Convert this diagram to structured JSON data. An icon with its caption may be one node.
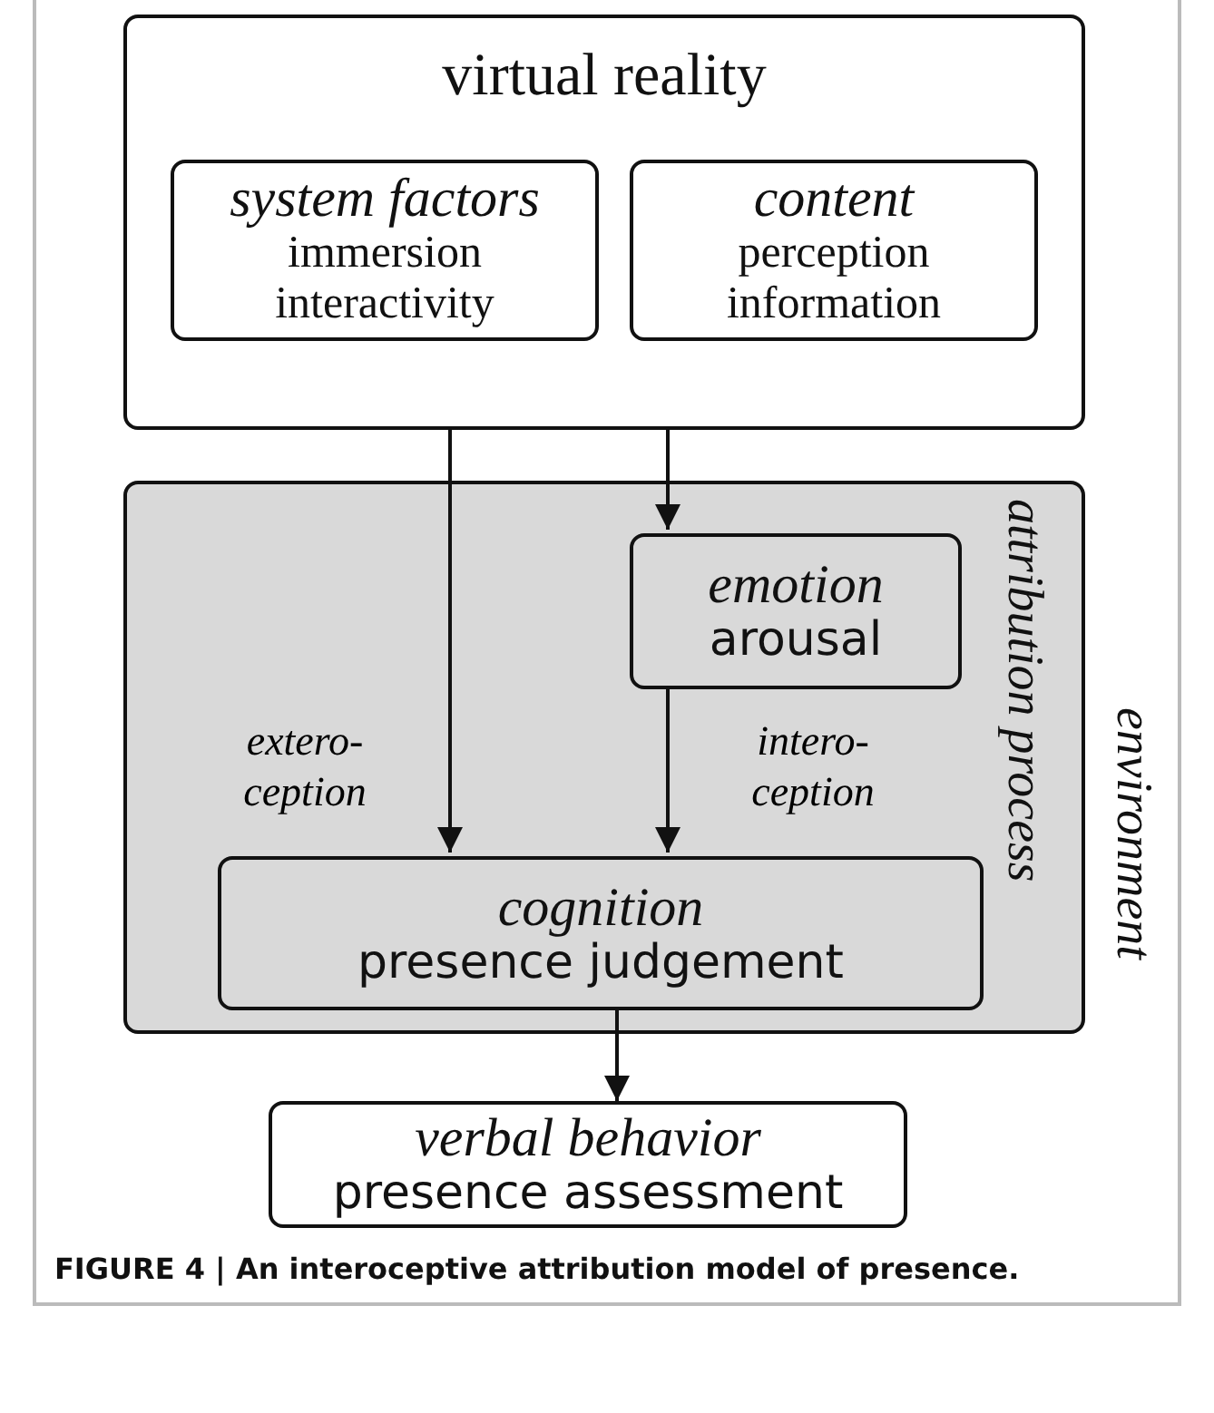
{
  "diagram": {
    "caption": "FIGURE 4 | An interoceptive attribution model of presence.",
    "nodes": [
      {
        "text": [
          "virtual reality"
        ]
      },
      {
        "text": [
          "system factors",
          "immersion interactivity"
        ],
        "in": 0
      },
      {
        "text": [
          "content",
          "perception information"
        ],
        "in": 0
      },
      {
        "text": [
          "attribution process"
        ]
      },
      {
        "text": [
          "emotion",
          "arousal"
        ],
        "in": 3
      },
      {
        "text": [
          "cognition",
          "presence judgement"
        ],
        "in": 3
      },
      {
        "text": [
          "verbal behavior",
          "presence assessment"
        ]
      }
    ],
    "edges": [
      {
        "from": 0,
        "to": 5,
        "arrow": "to",
        "label": "extero- ception"
      },
      {
        "from": 0,
        "to": 4,
        "arrow": "to"
      },
      {
        "from": 4,
        "to": 5,
        "arrow": "to",
        "label": "intero- ception"
      },
      {
        "from": 5,
        "to": 6,
        "arrow": "to"
      }
    ],
    "labels": [
      "environment"
    ]
  }
}
